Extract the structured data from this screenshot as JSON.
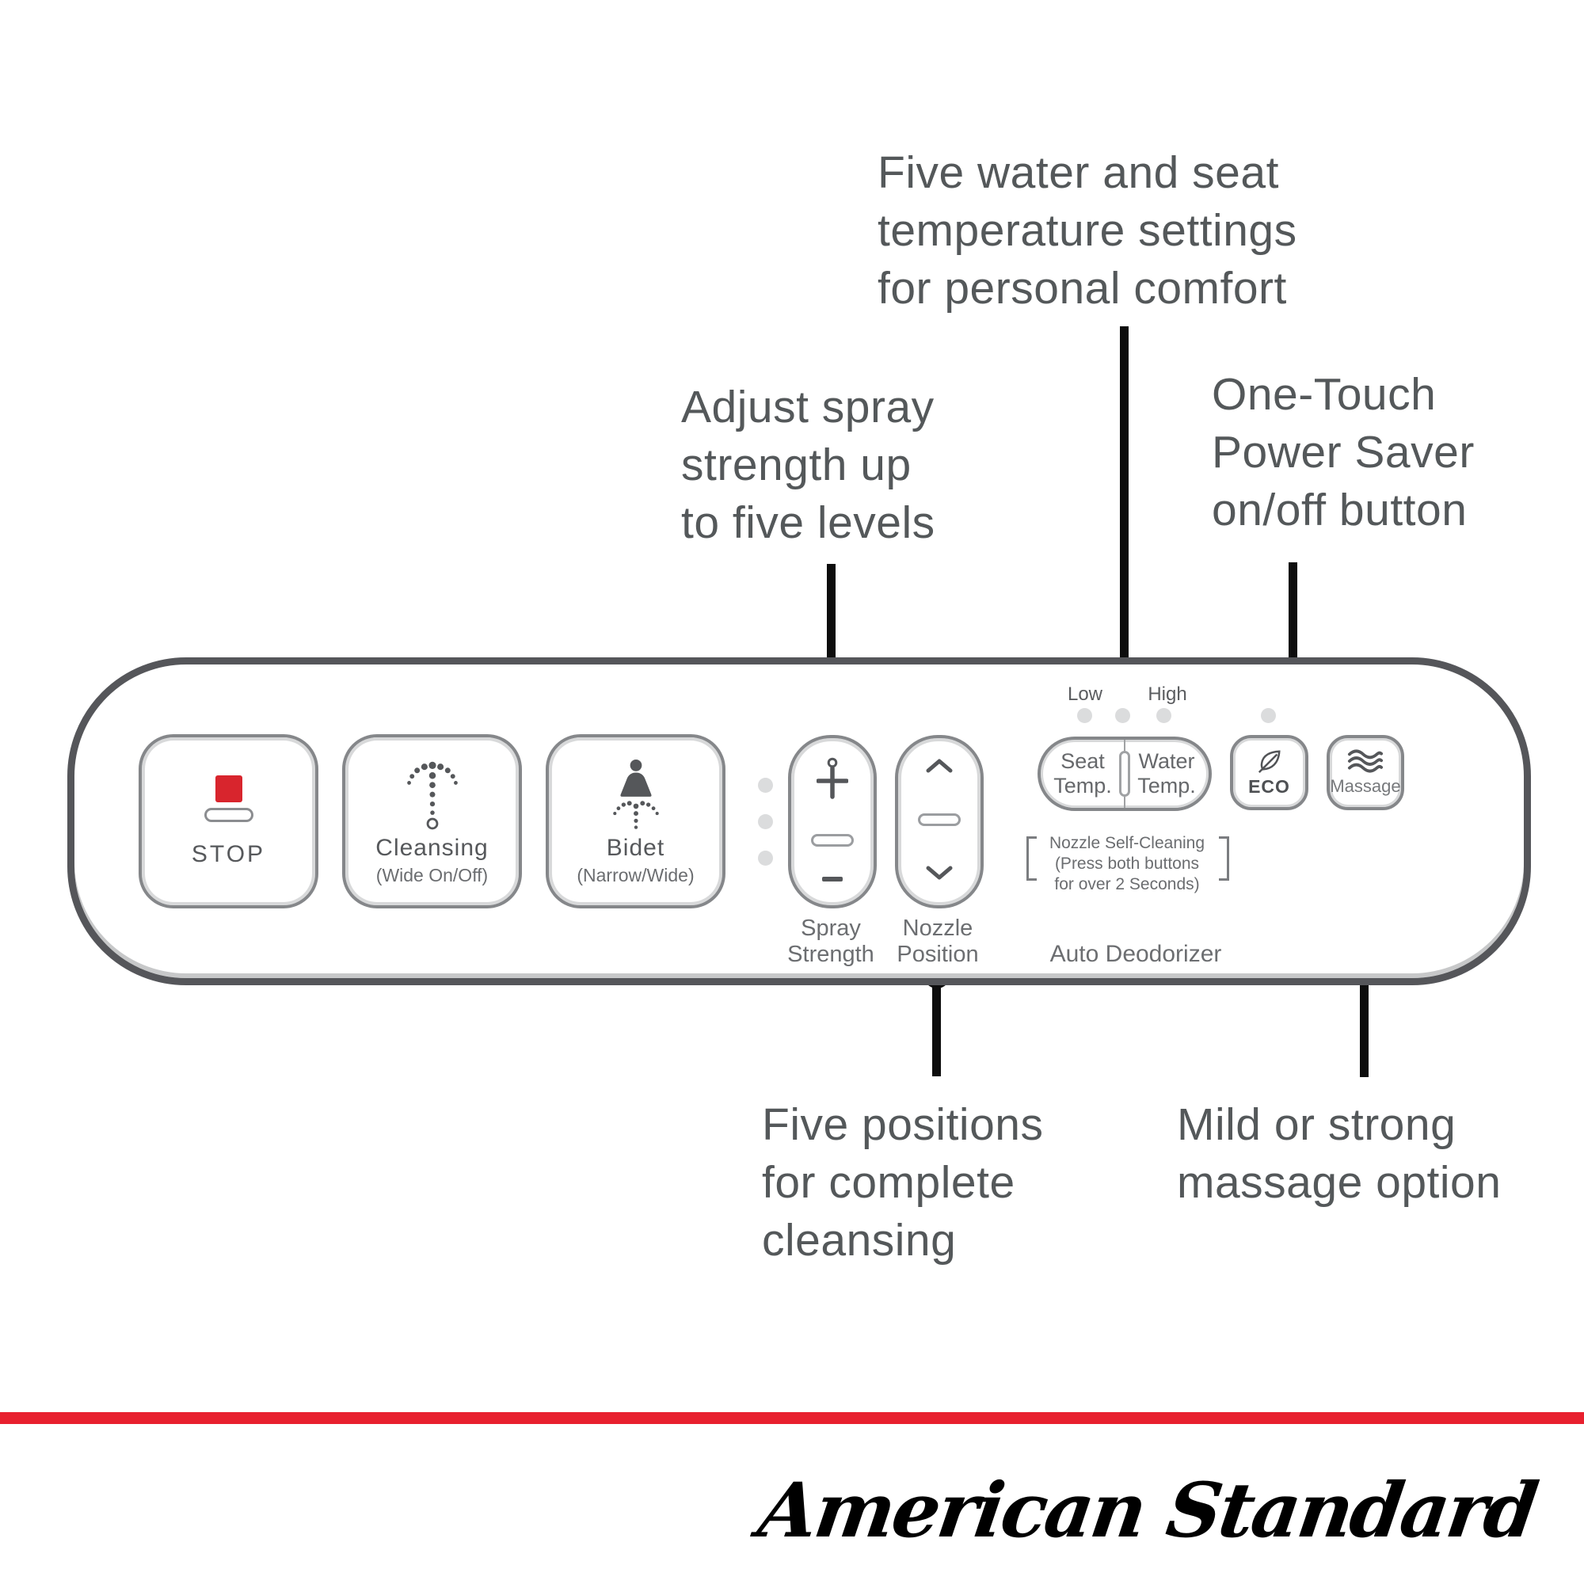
{
  "brand": {
    "logo_text": "American Standard",
    "accent_red": "#E8202E"
  },
  "callouts": {
    "temperature": {
      "text": "Five water and seat\ntemperature settings\nfor personal comfort"
    },
    "spray": {
      "text": "Adjust spray\nstrength up\nto five levels"
    },
    "power_saver": {
      "text": "One-Touch\nPower Saver\non/off button"
    },
    "positions": {
      "text": "Five positions\nfor complete\ncleansing"
    },
    "massage": {
      "text": "Mild or strong\nmassage option"
    }
  },
  "panel": {
    "stop": {
      "label": "STOP"
    },
    "cleansing": {
      "label": "Cleansing",
      "sublabel": "(Wide On/Off)"
    },
    "bidet": {
      "label": "Bidet",
      "sublabel": "(Narrow/Wide)"
    },
    "spray_strength": {
      "label": "Spray\nStrength"
    },
    "nozzle_position": {
      "label": "Nozzle\nPosition"
    },
    "temp": {
      "low": "Low",
      "high": "High",
      "seat": "Seat\nTemp.",
      "water": "Water\nTemp."
    },
    "self_cleaning_note": "Nozzle Self-Cleaning\n(Press both buttons\nfor over 2 Seconds)",
    "auto_deodorizer": "Auto Deodorizer",
    "eco": {
      "label": "ECO"
    },
    "massage": {
      "label": "Massage"
    }
  }
}
